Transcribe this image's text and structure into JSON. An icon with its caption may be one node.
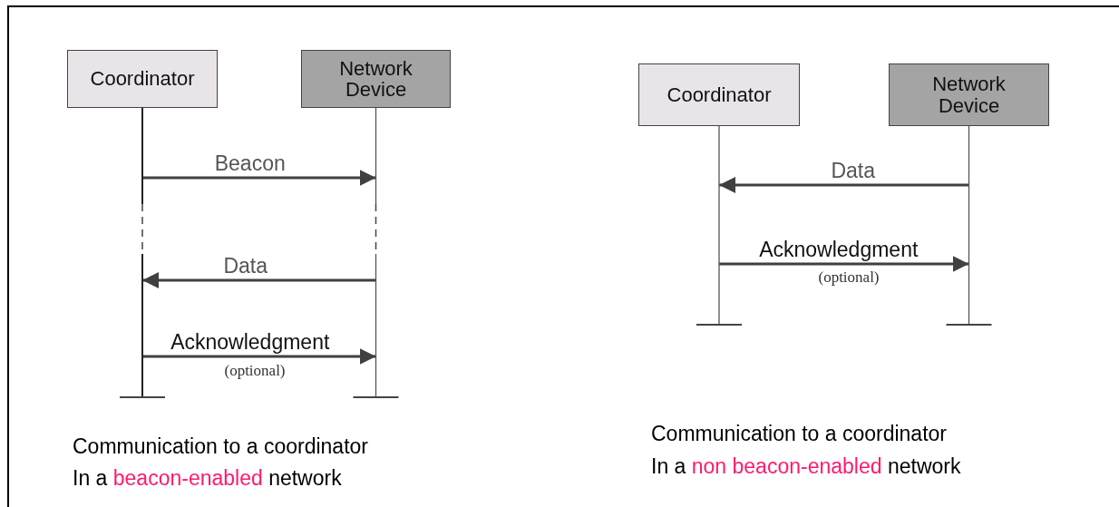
{
  "diagram": {
    "nodes": [
      {
        "text": [
          "Coordinator"
        ]
      },
      {
        "text": [
          "Network Device"
        ]
      },
      {
        "text": [
          "Coordinator"
        ]
      },
      {
        "text": [
          "Network Device"
        ]
      }
    ],
    "edges": [
      {
        "from": 0,
        "to": 1,
        "arrow": "to",
        "label": "Beacon"
      },
      {
        "from": 1,
        "to": 0,
        "arrow": "to",
        "label": "Data"
      },
      {
        "from": 0,
        "to": 1,
        "arrow": "to",
        "label": "Acknowledgment"
      },
      {
        "from": 3,
        "to": 2,
        "arrow": "to",
        "label": "Data"
      },
      {
        "from": 2,
        "to": 3,
        "arrow": "to",
        "label": "Acknowledgment"
      }
    ],
    "labels": [
      "(optional)",
      "(optional)",
      "Communication to a coordinator",
      "In a *beacon-enabled* network",
      "Communication to a coordinator",
      "In a *non beacon-enabled* network"
    ]
  }
}
